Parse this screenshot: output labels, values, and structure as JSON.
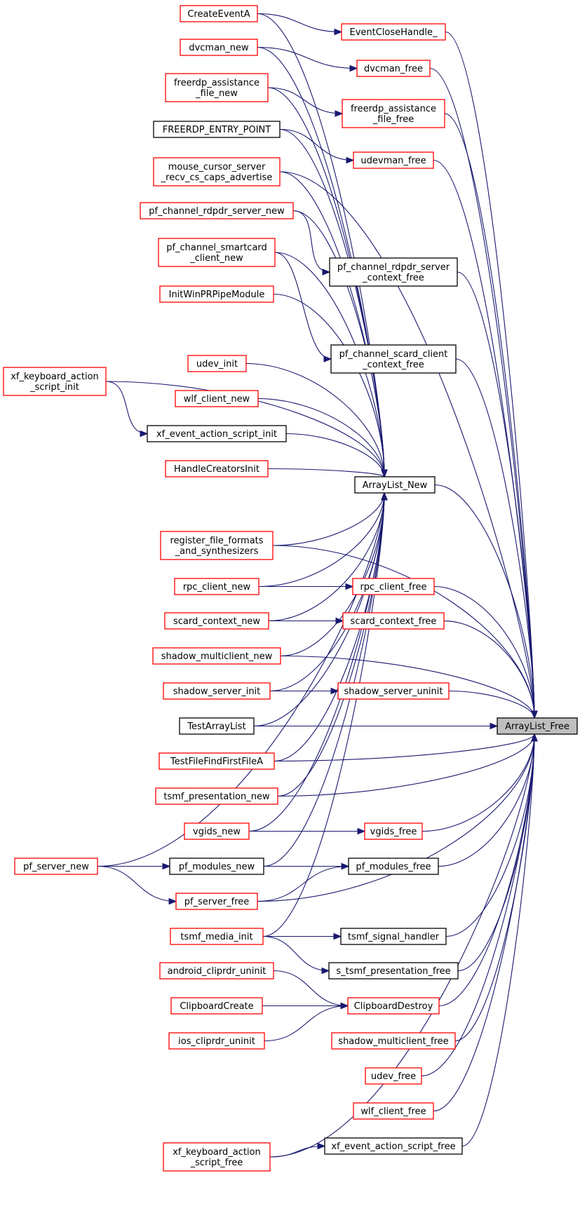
{
  "colors": {
    "edge": "#191970",
    "caller_border_red": "#ff0000",
    "caller_border_black": "#000000",
    "focus_fill": "#bfbfbf"
  },
  "nodes": {
    "createeventa": [
      "CreateEventA"
    ],
    "dvcman_new": [
      "dvcman_new"
    ],
    "freerdp_assistance_file_new": [
      "freerdp_assistance",
      "_file_new"
    ],
    "freerdp_entry_point": [
      "FREERDP_ENTRY_POINT"
    ],
    "mouse_cursor": [
      "mouse_cursor_server",
      "_recv_cs_caps_advertise"
    ],
    "pf_channel_rdpdr_server_new": [
      "pf_channel_rdpdr_server_new"
    ],
    "pf_channel_smartcard_client_new": [
      "pf_channel_smartcard",
      "_client_new"
    ],
    "initwinprpipemodule": [
      "InitWinPRPipeModule"
    ],
    "xf_keyboard_action_script_init": [
      "xf_keyboard_action",
      "_script_init"
    ],
    "udev_init": [
      "udev_init"
    ],
    "wlf_client_new": [
      "wlf_client_new"
    ],
    "xf_event_action_script_init": [
      "xf_event_action_script_init"
    ],
    "handlecreatorsinit": [
      "HandleCreatorsInit"
    ],
    "register_file_formats": [
      "register_file_formats",
      "_and_synthesizers"
    ],
    "rpc_client_new": [
      "rpc_client_new"
    ],
    "scard_context_new": [
      "scard_context_new"
    ],
    "shadow_multiclient_new": [
      "shadow_multiclient_new"
    ],
    "shadow_server_init": [
      "shadow_server_init"
    ],
    "testarraylist": [
      "TestArrayList"
    ],
    "testfilefindfirstfilea": [
      "TestFileFindFirstFileA"
    ],
    "tsmf_presentation_new": [
      "tsmf_presentation_new"
    ],
    "vgids_new": [
      "vgids_new"
    ],
    "pf_server_new": [
      "pf_server_new"
    ],
    "pf_modules_new": [
      "pf_modules_new"
    ],
    "pf_server_free": [
      "pf_server_free"
    ],
    "tsmf_media_init": [
      "tsmf_media_init"
    ],
    "android_cliprdr_uninit": [
      "android_cliprdr_uninit"
    ],
    "clipboardcreate": [
      "ClipboardCreate"
    ],
    "ios_cliprdr_uninit": [
      "ios_cliprdr_uninit"
    ],
    "xf_keyboard_action_script_free": [
      "xf_keyboard_action",
      "_script_free"
    ],
    "eventclosehandle": [
      "EventCloseHandle_"
    ],
    "dvcman_free": [
      "dvcman_free"
    ],
    "freerdp_assistance_file_free": [
      "freerdp_assistance",
      "_file_free"
    ],
    "udevman_free": [
      "udevman_free"
    ],
    "pf_channel_rdpdr_server_context_free": [
      "pf_channel_rdpdr_server",
      "_context_free"
    ],
    "pf_channel_scard_client_context_free": [
      "pf_channel_scard_client",
      "_context_free"
    ],
    "arraylist_new": [
      "ArrayList_New"
    ],
    "rpc_client_free": [
      "rpc_client_free"
    ],
    "scard_context_free": [
      "scard_context_free"
    ],
    "shadow_server_uninit": [
      "shadow_server_uninit"
    ],
    "vgids_free": [
      "vgids_free"
    ],
    "pf_modules_free": [
      "pf_modules_free"
    ],
    "tsmf_signal_handler": [
      "tsmf_signal_handler"
    ],
    "s_tsmf_presentation_free": [
      "s_tsmf_presentation_free"
    ],
    "clipboarddestroy": [
      "ClipboardDestroy"
    ],
    "shadow_multiclient_free": [
      "shadow_multiclient_free"
    ],
    "udev_free": [
      "udev_free"
    ],
    "wlf_client_free": [
      "wlf_client_free"
    ],
    "xf_event_action_script_free": [
      "xf_event_action_script_free"
    ],
    "arraylist_free": [
      "ArrayList_Free"
    ]
  },
  "edges": [
    [
      "createeventa",
      "eventclosehandle"
    ],
    [
      "dvcman_new",
      "dvcman_free"
    ],
    [
      "freerdp_assistance_file_new",
      "freerdp_assistance_file_free"
    ],
    [
      "freerdp_entry_point",
      "udevman_free"
    ],
    [
      "pf_channel_rdpdr_server_new",
      "pf_channel_rdpdr_server_context_free"
    ],
    [
      "pf_channel_smartcard_client_new",
      "pf_channel_scard_client_context_free"
    ],
    [
      "xf_keyboard_action_script_init",
      "xf_event_action_script_init"
    ],
    [
      "pf_server_new",
      "pf_modules_new"
    ],
    [
      "pf_server_new",
      "pf_server_free"
    ],
    [
      "pf_modules_new",
      "pf_modules_free"
    ],
    [
      "pf_server_free",
      "pf_modules_free"
    ],
    [
      "rpc_client_new",
      "rpc_client_free"
    ],
    [
      "scard_context_new",
      "scard_context_free"
    ],
    [
      "shadow_server_init",
      "shadow_server_uninit"
    ],
    [
      "vgids_new",
      "vgids_free"
    ],
    [
      "tsmf_media_init",
      "tsmf_signal_handler"
    ],
    [
      "tsmf_media_init",
      "s_tsmf_presentation_free"
    ],
    [
      "android_cliprdr_uninit",
      "clipboarddestroy"
    ],
    [
      "clipboardcreate",
      "clipboarddestroy"
    ],
    [
      "ios_cliprdr_uninit",
      "clipboarddestroy"
    ],
    [
      "xf_keyboard_action_script_free",
      "xf_event_action_script_free"
    ],
    [
      "createeventa",
      "arraylist_new"
    ],
    [
      "dvcman_new",
      "arraylist_new"
    ],
    [
      "freerdp_assistance_file_new",
      "arraylist_new"
    ],
    [
      "freerdp_entry_point",
      "arraylist_new"
    ],
    [
      "mouse_cursor",
      "arraylist_new"
    ],
    [
      "pf_channel_rdpdr_server_new",
      "arraylist_new"
    ],
    [
      "pf_channel_smartcard_client_new",
      "arraylist_new"
    ],
    [
      "initwinprpipemodule",
      "arraylist_new"
    ],
    [
      "xf_keyboard_action_script_init",
      "arraylist_new"
    ],
    [
      "udev_init",
      "arraylist_new"
    ],
    [
      "wlf_client_new",
      "arraylist_new"
    ],
    [
      "xf_event_action_script_init",
      "arraylist_new"
    ],
    [
      "handlecreatorsinit",
      "arraylist_new"
    ],
    [
      "pf_server_new",
      "arraylist_new"
    ],
    [
      "register_file_formats",
      "arraylist_new"
    ],
    [
      "rpc_client_new",
      "arraylist_new"
    ],
    [
      "scard_context_new",
      "arraylist_new"
    ],
    [
      "shadow_multiclient_new",
      "arraylist_new"
    ],
    [
      "shadow_server_init",
      "arraylist_new"
    ],
    [
      "testarraylist",
      "arraylist_new"
    ],
    [
      "testfilefindfirstfilea",
      "arraylist_new"
    ],
    [
      "tsmf_presentation_new",
      "arraylist_new"
    ],
    [
      "vgids_new",
      "arraylist_new"
    ],
    [
      "pf_modules_new",
      "arraylist_new"
    ],
    [
      "tsmf_media_init",
      "arraylist_new"
    ],
    [
      "eventclosehandle",
      "arraylist_free"
    ],
    [
      "dvcman_free",
      "arraylist_free"
    ],
    [
      "freerdp_assistance_file_free",
      "arraylist_free"
    ],
    [
      "udevman_free",
      "arraylist_free"
    ],
    [
      "mouse_cursor",
      "arraylist_free"
    ],
    [
      "pf_channel_rdpdr_server_context_free",
      "arraylist_free"
    ],
    [
      "pf_channel_scard_client_context_free",
      "arraylist_free"
    ],
    [
      "arraylist_new",
      "arraylist_free"
    ],
    [
      "register_file_formats",
      "arraylist_free"
    ],
    [
      "rpc_client_free",
      "arraylist_free"
    ],
    [
      "scard_context_free",
      "arraylist_free"
    ],
    [
      "shadow_multiclient_new",
      "arraylist_free"
    ],
    [
      "shadow_server_uninit",
      "arraylist_free"
    ],
    [
      "testarraylist",
      "arraylist_free"
    ],
    [
      "testfilefindfirstfilea",
      "arraylist_free"
    ],
    [
      "tsmf_presentation_new",
      "arraylist_free"
    ],
    [
      "vgids_free",
      "arraylist_free"
    ],
    [
      "pf_modules_free",
      "arraylist_free"
    ],
    [
      "pf_server_free",
      "arraylist_free"
    ],
    [
      "tsmf_signal_handler",
      "arraylist_free"
    ],
    [
      "s_tsmf_presentation_free",
      "arraylist_free"
    ],
    [
      "clipboarddestroy",
      "arraylist_free"
    ],
    [
      "shadow_multiclient_free",
      "arraylist_free"
    ],
    [
      "udev_free",
      "arraylist_free"
    ],
    [
      "wlf_client_free",
      "arraylist_free"
    ],
    [
      "xf_event_action_script_free",
      "arraylist_free"
    ],
    [
      "xf_keyboard_action_script_free",
      "arraylist_free"
    ]
  ]
}
